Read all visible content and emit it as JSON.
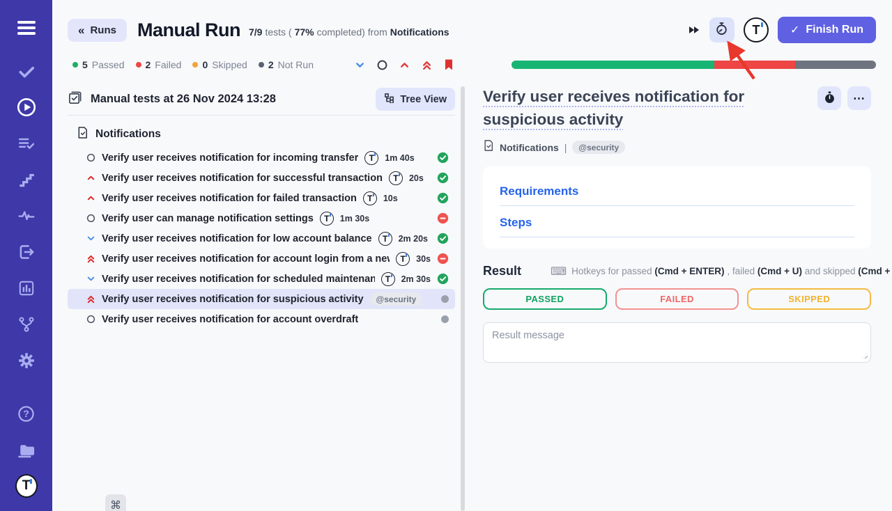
{
  "header": {
    "back_label": "Runs",
    "back_icon": "«",
    "title": "Manual Run",
    "sub_fraction": "7/9",
    "sub_pre": "tests (",
    "sub_percent": "77%",
    "sub_mid": "completed) from",
    "sub_source": "Notifications",
    "finish_label": "Finish Run",
    "finish_check": "✓",
    "more_icon": "⋯"
  },
  "statusbar": {
    "counts": [
      {
        "count": "5",
        "label": "Passed",
        "color": "#1fae63"
      },
      {
        "count": "2",
        "label": "Failed",
        "color": "#ee4545"
      },
      {
        "count": "0",
        "label": "Skipped",
        "color": "#f2a33c"
      },
      {
        "count": "2",
        "label": "Not Run",
        "color": "#596273"
      }
    ]
  },
  "progress": {
    "segments": [
      {
        "color": "#17b573",
        "width": "55.6%"
      },
      {
        "color": "#ee4545",
        "width": "22.2%"
      },
      {
        "color": "#6e7480",
        "width": "22.2%"
      }
    ]
  },
  "list": {
    "header_title": "Manual tests at 26 Nov 2024 13:28",
    "tree_view_label": "Tree View",
    "suite_name": "Notifications",
    "tests": [
      {
        "priority": "none",
        "name": "Verify user receives notification for incoming transfer",
        "logo": true,
        "duration": "1m 40s",
        "status": "passed"
      },
      {
        "priority": "high",
        "name": "Verify user receives notification for successful transaction",
        "logo": true,
        "duration": "20s",
        "status": "passed"
      },
      {
        "priority": "high",
        "name": "Verify user receives notification for failed transaction",
        "logo": true,
        "duration": "10s",
        "status": "passed"
      },
      {
        "priority": "none",
        "name": "Verify user can manage notification settings",
        "logo": true,
        "duration": "1m 30s",
        "status": "failed"
      },
      {
        "priority": "low",
        "name": "Verify user receives notification for low account balance",
        "logo": true,
        "duration": "2m 20s",
        "status": "passed"
      },
      {
        "priority": "urgent",
        "name": "Verify user receives notification for account login from a new",
        "logo": true,
        "duration": "30s",
        "status": "failed"
      },
      {
        "priority": "low",
        "name": "Verify user receives notification for scheduled maintenance",
        "logo": true,
        "duration": "2m 30s",
        "status": "passed"
      },
      {
        "priority": "urgent",
        "name": "Verify user receives notification for suspicious activity",
        "tag": "@security",
        "status": "notrun",
        "selected": true
      },
      {
        "priority": "none",
        "name": "Verify user receives notification for account overdraft",
        "status": "notrun"
      }
    ]
  },
  "detail": {
    "title": "Verify user receives notification for suspicious activity",
    "breadcrumb": "Notifications",
    "breadcrumb_sep": "|",
    "tag": "@security",
    "sections": [
      {
        "label": "Requirements"
      },
      {
        "label": "Steps"
      }
    ],
    "result_label": "Result",
    "keyboard_icon": "⌨",
    "hotkeys": [
      {
        "text": "Hotkeys for passed "
      },
      {
        "text": "(Cmd + ENTER)",
        "bold": true
      },
      {
        "text": " , failed "
      },
      {
        "text": "(Cmd + U)",
        "bold": true
      },
      {
        "text": " and skipped "
      },
      {
        "text": "(Cmd + I)",
        "bold": true
      }
    ],
    "result_buttons": [
      {
        "label": "PASSED",
        "color": "#0ea35f",
        "border": "#17a96b"
      },
      {
        "label": "FAILED",
        "color": "#f06565",
        "border": "#f39191"
      },
      {
        "label": "SKIPPED",
        "color": "#f2b32c",
        "border": "#f3bb42"
      }
    ],
    "message_placeholder": "Result message"
  },
  "misc": {
    "command_symbol": "⌘"
  }
}
